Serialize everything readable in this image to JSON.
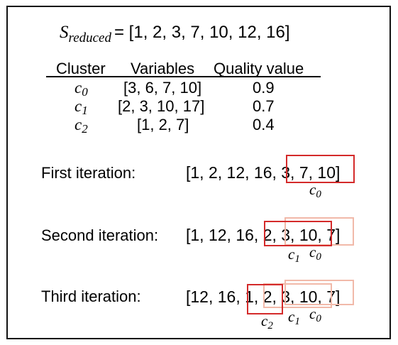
{
  "equation": {
    "symbol": "S",
    "subscript": "reduced",
    "rhs": "= [1, 2, 3, 7, 10, 12, 16]"
  },
  "table": {
    "headers": [
      "Cluster",
      "Variables",
      "Quality value"
    ],
    "rows": [
      {
        "cluster": "c",
        "sub": "0",
        "variables": "[3, 6, 7, 10]",
        "quality": "0.9"
      },
      {
        "cluster": "c",
        "sub": "1",
        "variables": "[2, 3, 10, 17]",
        "quality": "0.7"
      },
      {
        "cluster": "c",
        "sub": "2",
        "variables": "[1, 2, 7]",
        "quality": "0.4"
      }
    ]
  },
  "iterations": [
    {
      "label": "First iteration:",
      "sequence": "[1, 2, 12, 16, 3, 7, 10]",
      "labels": [
        "c0"
      ]
    },
    {
      "label": "Second iteration:",
      "sequence": "[1, 12, 16, 2, 3, 10, 7]",
      "labels": [
        "c1",
        "c0"
      ]
    },
    {
      "label": "Third iteration:",
      "sequence": "[12, 16, 1, 2, 3, 10, 7]",
      "labels": [
        "c2",
        "c1",
        "c0"
      ]
    }
  ],
  "colors": {
    "strong_box": "#d42a2a",
    "faint_box": "#f1b9a9",
    "border": "#111111"
  }
}
